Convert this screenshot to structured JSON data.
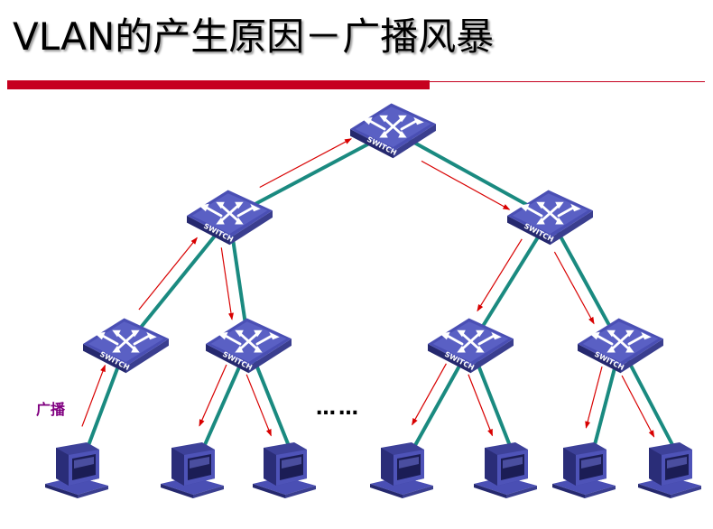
{
  "slide": {
    "title": "VLAN的产生原因－广播风暴",
    "broadcast_label": "广播",
    "ellipsis": "……",
    "switch_text": "SWITCH"
  },
  "colors": {
    "accent_bar": "#c6001f",
    "link": "#1a8a80",
    "arrow": "#d80000",
    "switch_top": "#4a4fb4",
    "label": "#800080"
  },
  "topology": {
    "switches": [
      {
        "id": "s-root",
        "name": "switch-core"
      },
      {
        "id": "s-l",
        "name": "switch-aggregation-left"
      },
      {
        "id": "s-r",
        "name": "switch-aggregation-right"
      },
      {
        "id": "s-ll",
        "name": "switch-access-1"
      },
      {
        "id": "s-lr",
        "name": "switch-access-2"
      },
      {
        "id": "s-rl",
        "name": "switch-access-3"
      },
      {
        "id": "s-rr",
        "name": "switch-access-4"
      }
    ],
    "computers": [
      {
        "id": "pc1",
        "name": "computer-1"
      },
      {
        "id": "pc2",
        "name": "computer-2"
      },
      {
        "id": "pc3",
        "name": "computer-3"
      },
      {
        "id": "pc4",
        "name": "computer-4"
      },
      {
        "id": "pc5",
        "name": "computer-5"
      },
      {
        "id": "pc6",
        "name": "computer-6"
      },
      {
        "id": "pc7",
        "name": "computer-7"
      }
    ],
    "links": [
      [
        "s-root",
        "s-l"
      ],
      [
        "s-root",
        "s-r"
      ],
      [
        "s-l",
        "s-ll"
      ],
      [
        "s-l",
        "s-lr"
      ],
      [
        "s-r",
        "s-rl"
      ],
      [
        "s-r",
        "s-rr"
      ],
      [
        "s-ll",
        "pc1"
      ],
      [
        "s-lr",
        "pc2"
      ],
      [
        "s-lr",
        "pc3"
      ],
      [
        "s-rl",
        "pc4"
      ],
      [
        "s-rl",
        "pc5"
      ],
      [
        "s-rr",
        "pc6"
      ],
      [
        "s-rr",
        "pc7"
      ]
    ],
    "broadcast_origin": "pc1"
  }
}
